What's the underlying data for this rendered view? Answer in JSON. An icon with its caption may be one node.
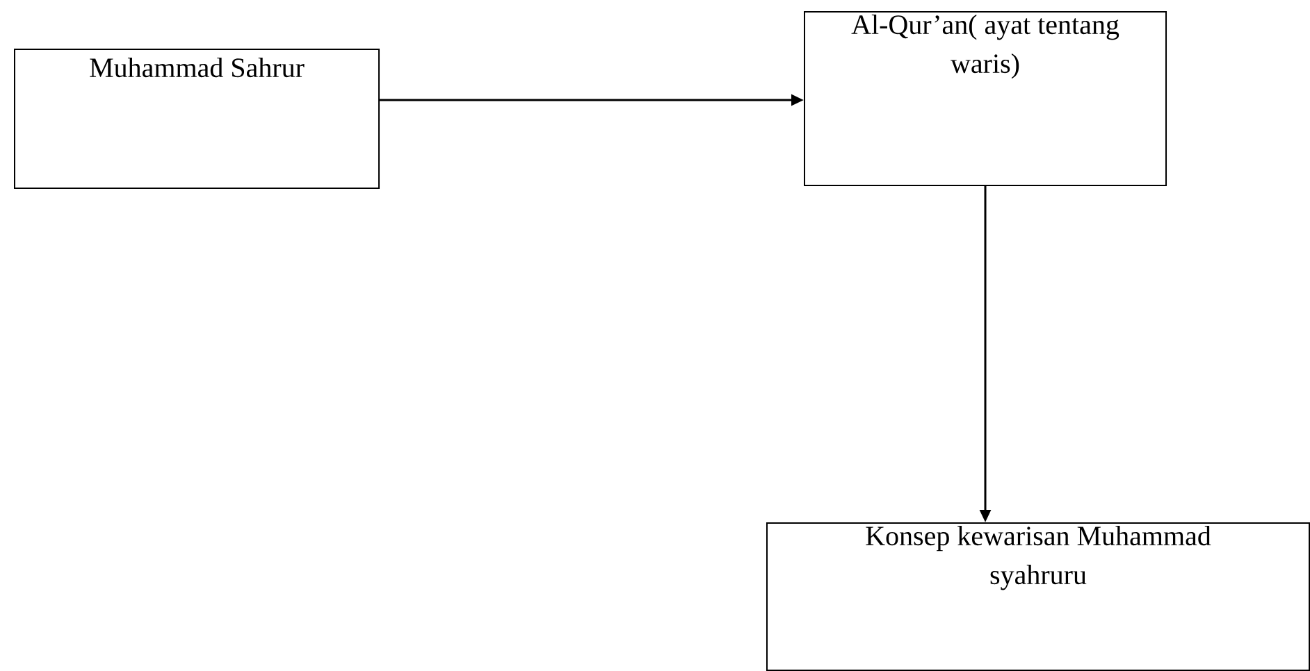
{
  "diagram": {
    "nodes": [
      {
        "text": [
          "Muhammad Sahrur"
        ]
      },
      {
        "text": [
          "Al-Qur’an( ayat tentang waris)"
        ]
      },
      {
        "text": [
          "Konsep kewarisan Muhammad syahruru"
        ]
      }
    ],
    "edges": [
      {
        "from": 0,
        "to": 1,
        "arrow": "to"
      },
      {
        "from": 1,
        "to": 2,
        "arrow": "to"
      }
    ]
  }
}
